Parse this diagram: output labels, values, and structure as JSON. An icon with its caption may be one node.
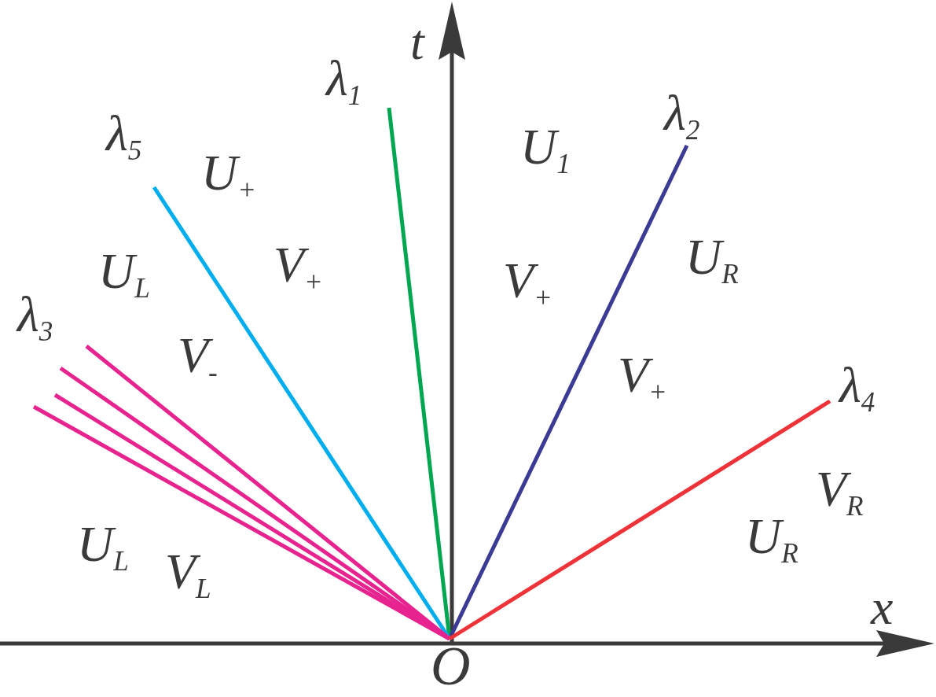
{
  "diagram": {
    "nodes": [
      {
        "text": [
          "λ$_{1}$"
        ]
      },
      {
        "text": [
          "λ$_{2}$"
        ]
      },
      {
        "text": [
          "λ$_{5}$"
        ]
      },
      {
        "text": [
          "λ$_{3}$"
        ]
      },
      {
        "text": [
          "λ$_{4}$"
        ]
      },
      {
        "text": [
          "O"
        ]
      }
    ],
    "edges": [
      {
        "from": 5,
        "to": 0,
        "arrow": "none",
        "color": "#00a650"
      },
      {
        "from": 5,
        "to": 1,
        "arrow": "none",
        "color": "#3b3b96"
      },
      {
        "from": 5,
        "to": 2,
        "arrow": "none",
        "color": "#00aeef"
      },
      {
        "from": 5,
        "to": 3,
        "arrow": "none"
      },
      {
        "from": 5,
        "to": 3,
        "arrow": "none"
      },
      {
        "from": 5,
        "to": 3,
        "arrow": "none"
      },
      {
        "from": 5,
        "to": 3,
        "arrow": "none"
      },
      {
        "from": 5,
        "to": 4,
        "arrow": "none",
        "color": "#ee3338"
      }
    ],
    "labels": [
      "t",
      "U$_{1}$",
      "U$_{+}$",
      "U$_{R}$",
      "U$_{L}$",
      "V$_{+}$",
      "V$_{+}$",
      "V$_{-}$",
      "V$_{+}$",
      "V$_{R}$",
      "U$_{R}$",
      "U$_{L}$",
      "V$_{L}$",
      "x"
    ]
  }
}
